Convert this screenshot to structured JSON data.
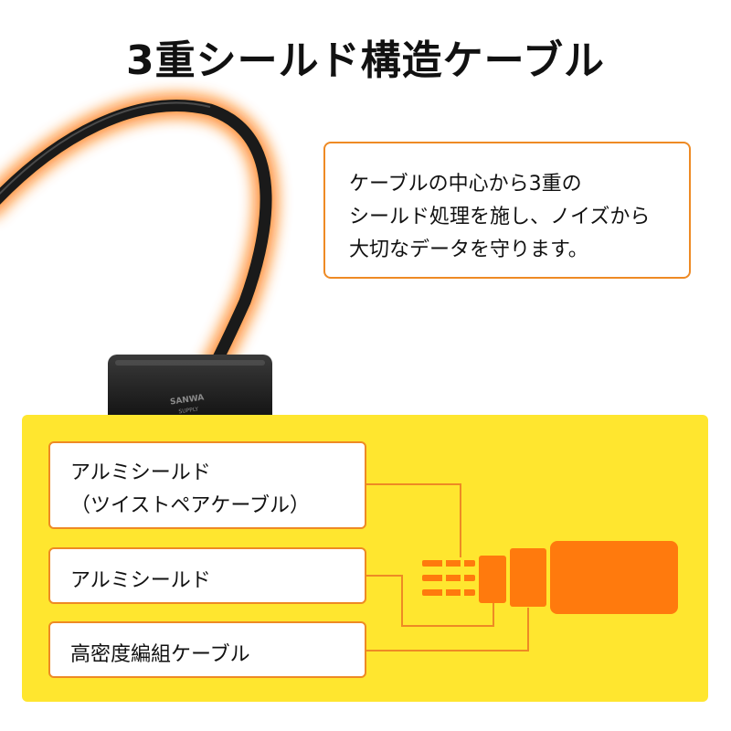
{
  "title": "3重シールド構造ケーブル",
  "product": {
    "brand_logo_line1": "SANWA",
    "brand_logo_line2": "SUPPLY"
  },
  "callout": {
    "lines": [
      "ケーブルの中心から3重の",
      "シールド処理を施し、ノイズから",
      "大切なデータを守ります。"
    ]
  },
  "diagram": {
    "labels": [
      {
        "lines": [
          "アルミシールド",
          "（ツイストペアケーブル）"
        ]
      },
      {
        "lines": [
          "アルミシールド"
        ]
      },
      {
        "lines": [
          "高密度編組ケーブル"
        ]
      }
    ]
  },
  "colors": {
    "accent_orange": "#ee8a24",
    "diagram_orange": "#ff7a0d",
    "panel_yellow": "#ffe62f"
  }
}
